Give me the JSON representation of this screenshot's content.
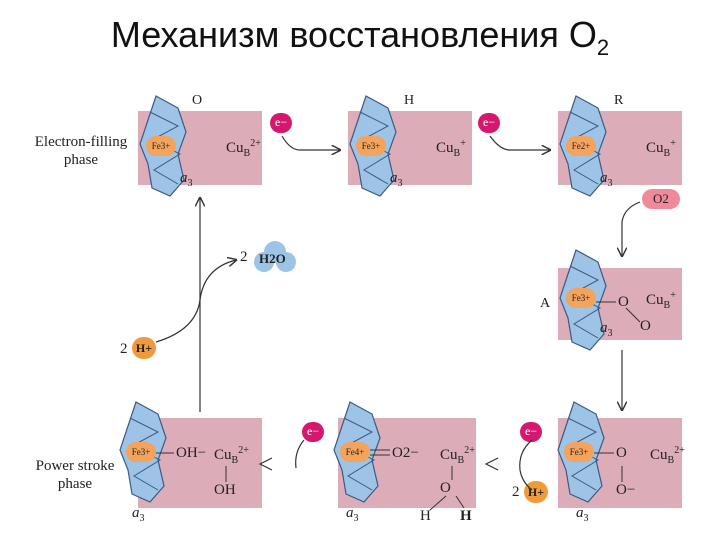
{
  "title": {
    "text": "Механизм восстановления O",
    "sub": "2"
  },
  "phases": {
    "electron_filling": [
      "Electron-filling",
      "phase"
    ],
    "power_stroke": [
      "Power stroke",
      "phase"
    ]
  },
  "states": {
    "O": "O",
    "H": "H",
    "R": "R",
    "A": "A"
  },
  "fe": {
    "O": "Fe3+",
    "H": "Fe3+",
    "R": "Fe2+",
    "A": "Fe3+",
    "P1": "Fe3+",
    "P2": "Fe4+",
    "P3": "Fe3+"
  },
  "cub": {
    "base": "Cu",
    "sub": "B",
    "plus2": "2+",
    "plus1": "+"
  },
  "a3": {
    "base": "a",
    "sub": "3"
  },
  "electron": "e−",
  "o2": "O2",
  "water": {
    "coef": "2",
    "formula": "H2O"
  },
  "proton": {
    "coef": "2",
    "label": "H+"
  },
  "ligands": {
    "oh": "OH−",
    "oh2": "OH",
    "o2minus": "O2−",
    "o": "O",
    "ominus": "O−",
    "h": "H"
  }
}
